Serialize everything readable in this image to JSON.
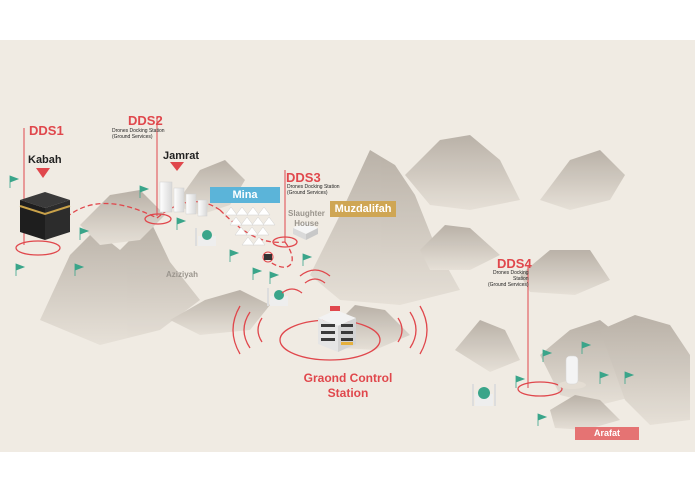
{
  "colors": {
    "background": "#f0ebe3",
    "accent_red": "#e0474c",
    "mina_blue": "#5bb4d9",
    "muzdalifah_gold": "#cfa654",
    "arafat_red": "#e57373",
    "mountain": "#cfc8bf",
    "flag_green": "#3aa58a"
  },
  "stations": [
    {
      "label": "DDS1",
      "sub": ""
    },
    {
      "label": "DDS2",
      "sub": "Drones Docking Station\n(Ground Services)"
    },
    {
      "label": "DDS3",
      "sub": "Drones Docking Station\n(Ground Services)"
    },
    {
      "label": "DDS4",
      "sub": "Drones Docking\nStation\n(Ground Services)"
    }
  ],
  "places": {
    "kabah": "Kabah",
    "jamrat": "Jamrat",
    "mina": "Mina",
    "muzdalifah": "Muzdalifah",
    "slaughter_house": "Slaughter\nHouse",
    "aziziyah": "Aziziyah",
    "arafat": "Arafat"
  },
  "ground_control": "Graond Control\nStation"
}
